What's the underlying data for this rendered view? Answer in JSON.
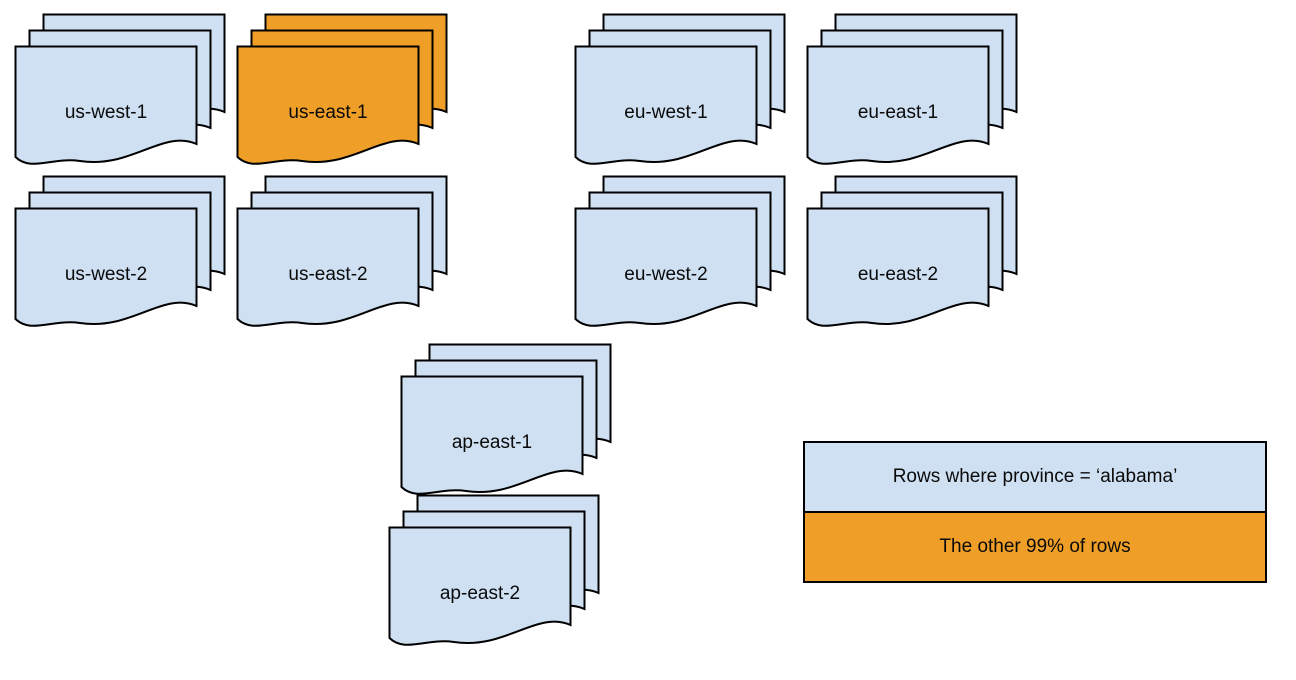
{
  "colors": {
    "doc_blue": "#CFE0F2",
    "doc_orange": "#EF9F28",
    "border": "#000000",
    "text": "#0a0a0a",
    "background": "#FFFFFF"
  },
  "stacks": [
    {
      "id": "us-west-1",
      "label": "us-west-1",
      "color": "blue"
    },
    {
      "id": "us-east-1",
      "label": "us-east-1",
      "color": "orange"
    },
    {
      "id": "eu-west-1",
      "label": "eu-west-1",
      "color": "blue"
    },
    {
      "id": "eu-east-1",
      "label": "eu-east-1",
      "color": "blue"
    },
    {
      "id": "us-west-2",
      "label": "us-west-2",
      "color": "blue"
    },
    {
      "id": "us-east-2",
      "label": "us-east-2",
      "color": "blue"
    },
    {
      "id": "eu-west-2",
      "label": "eu-west-2",
      "color": "blue"
    },
    {
      "id": "eu-east-2",
      "label": "eu-east-2",
      "color": "blue"
    },
    {
      "id": "ap-east-1",
      "label": "ap-east-1",
      "color": "blue"
    },
    {
      "id": "ap-east-2",
      "label": "ap-east-2",
      "color": "blue"
    }
  ],
  "legend": {
    "items": [
      {
        "label": "Rows where province = ‘alabama’",
        "color": "blue"
      },
      {
        "label": "The other 99% of rows",
        "color": "orange"
      }
    ]
  }
}
